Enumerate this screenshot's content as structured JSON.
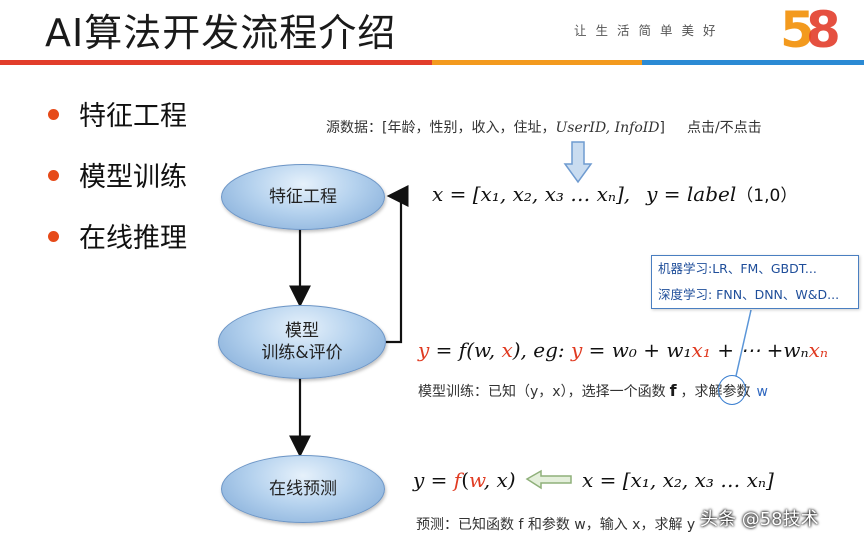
{
  "header": {
    "title": "AI算法开发流程介绍",
    "slogan": "让生活简单美好",
    "logo_text": "58"
  },
  "bullets": [
    "特征工程",
    "模型训练",
    "在线推理"
  ],
  "flow": {
    "node1": "特征工程",
    "node2_line1": "模型",
    "node2_line2": "训练&评价",
    "node3": "在线预测"
  },
  "source_data": {
    "prefix": "源数据：[年龄，性别，收入，住址，",
    "italic": "UserID, InfoID",
    "suffix": "]",
    "click": "点击/不点击"
  },
  "feature_formula": {
    "x_part": "x = [x₁, x₂, x₃ … xₙ],",
    "y_part": "y = label",
    "y_values": "（1,0）"
  },
  "model_formula": {
    "y": "y",
    "eq_f": " = f(",
    "w": "w",
    "comma": ", ",
    "x": "x",
    "close": "),  eg: ",
    "y2": "y",
    "rhs": " = w₀ + w₁",
    "x1": "x₁",
    "mid": " + ⋯ +wₙ",
    "xn": "xₙ"
  },
  "train_note": {
    "prefix": "模型训练：已知（y，x），选择一个函数",
    "f": "f",
    "suffix": "，求解参数",
    "w": "w"
  },
  "ml_box": {
    "line1": "机器学习:LR、FM、GBDT...",
    "line2": "深度学习: FNN、DNN、W&D..."
  },
  "predict_formula": {
    "left_y": "y = ",
    "f": "f",
    "open": "(",
    "w": "w",
    "rest": ", x)",
    "right": "x = [x₁, x₂, x₃ … xₙ]"
  },
  "predict_note": "预测：已知函数 f 和参数 w，输入 x，求解 y",
  "watermark": "头条 @58技术",
  "colors": {
    "accent_red": "#e03b22",
    "stripe_red": "#e23d2b",
    "stripe_orange": "#f39a1e",
    "stripe_blue": "#2b8ad4",
    "node_fill": "#b5d2ee"
  }
}
